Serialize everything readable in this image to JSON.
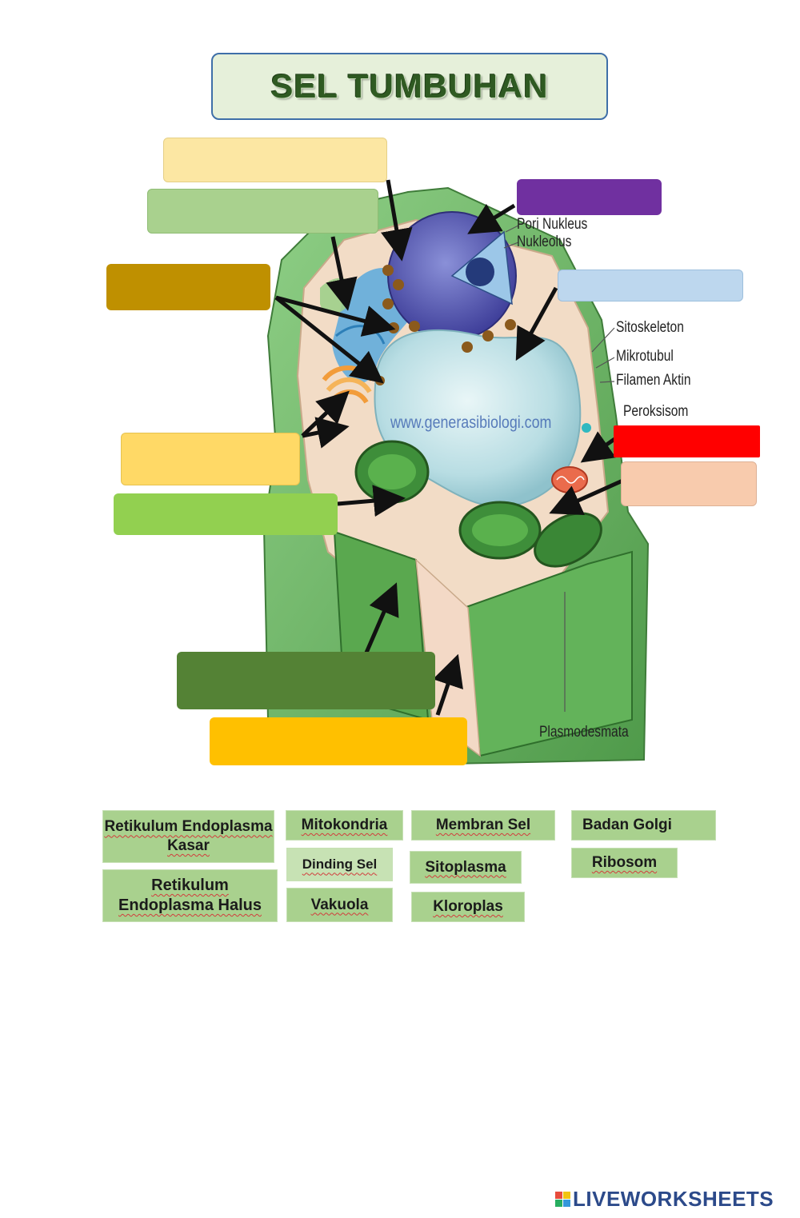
{
  "title": "SEL TUMBUHAN",
  "watermark": "www.generasibiologi.com",
  "diagram_labels": {
    "pori_nukleus": "Pori Nukleus",
    "nukleolus": "Nukleolus",
    "sitoskeleton": "Sitoskeleton",
    "mikrotubul": "Mikrotubul",
    "filamen_aktin": "Filamen Aktin",
    "peroksisom": "Peroksisom",
    "plasmodesmata": "Plasmodesmata"
  },
  "drop_box_colors": {
    "box1": "#fce7a3",
    "box2": "#a9d18e",
    "box3": "#7030a0",
    "box4": "#bf9000",
    "box5": "#bdd7ee",
    "box6": "#ffd966",
    "box7": "#92d050",
    "box8": "#ff0000",
    "box9": "#f8cbad",
    "box10": "#548235",
    "box11": "#ffc000"
  },
  "word_bank": [
    "Retikulum Endoplasma Kasar",
    "Retikulum Endoplasma Halus",
    "Mitokondria",
    "Dinding Sel",
    "Vakuola",
    "Membran Sel",
    "Sitoplasma",
    "Kloroplas",
    "Badan Golgi",
    "Ribosom"
  ],
  "brand": "LIVEWORKSHEETS",
  "brand_colors": [
    "#e74c3c",
    "#f1c40f",
    "#27ae60",
    "#3498db"
  ]
}
